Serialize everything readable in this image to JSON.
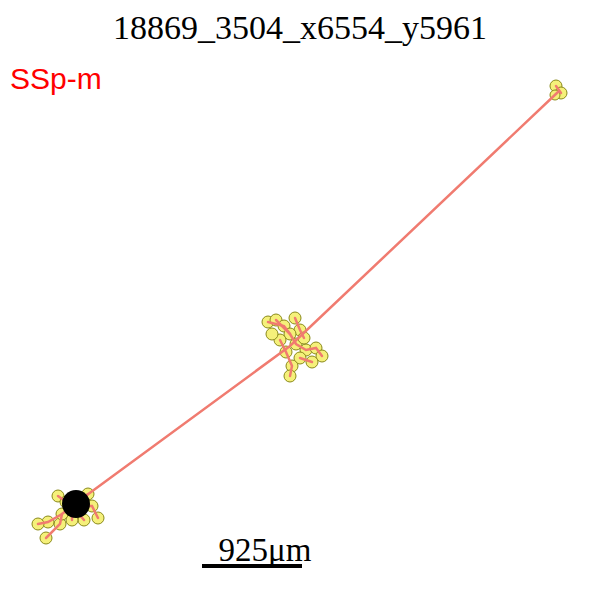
{
  "diagram": {
    "title": "18869_3504_x6554_y5961",
    "labels": [
      "SSp-m",
      "925μm"
    ]
  }
}
